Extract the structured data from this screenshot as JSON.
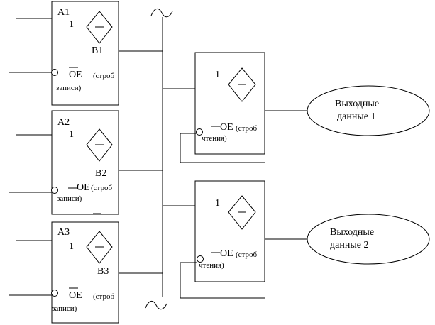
{
  "buffers": [
    {
      "name": "A1",
      "gate": "1",
      "output": "B1",
      "oe": "OE",
      "strobe_open": "(строб",
      "strobe_close": "записи)"
    },
    {
      "name": "A2",
      "gate": "1",
      "output": "B2",
      "oe": "OE",
      "strobe_open": "(строб",
      "strobe_close": "записи)"
    },
    {
      "name": "A3",
      "gate": "1",
      "output": "B3",
      "oe": "OE",
      "strobe_open": "(строб",
      "strobe_close": "записи)"
    }
  ],
  "read_buffers": [
    {
      "gate": "1",
      "oe": "OE",
      "strobe_open": "(строб",
      "strobe_close": "чтения)"
    },
    {
      "gate": "1",
      "oe": "OE",
      "strobe_open": "(строб",
      "strobe_close": "чтения)"
    }
  ],
  "outputs": [
    {
      "line1": "Выходные",
      "line2": "данные 1"
    },
    {
      "line1": "Выходные",
      "line2": "данные 2"
    }
  ]
}
